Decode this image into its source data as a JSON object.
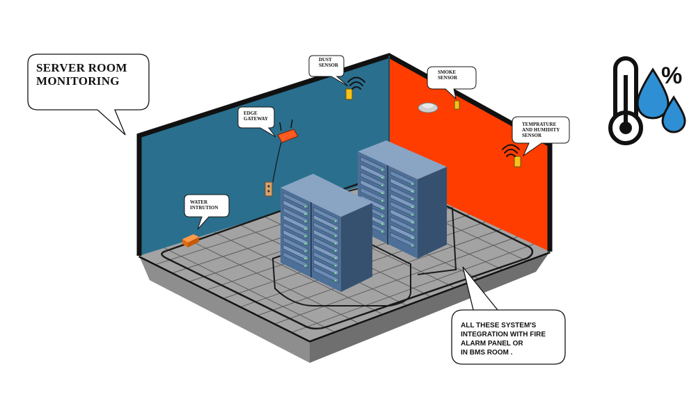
{
  "diagram": {
    "title_line1": "SERVER ROOM",
    "title_line2": "MONITORING",
    "labels": {
      "dust_line1": "DUST",
      "dust_line2": "SENSOR",
      "smoke_line1": "SMOKE",
      "smoke_line2": "SENSOR",
      "temp_line1": "TEMPRATURE",
      "temp_line2": "AND HUMIDITY",
      "temp_line3": "SENSOR",
      "edge_line1": "EDGE",
      "edge_line2": "GATEWAY",
      "water_line1": "WATER",
      "water_line2": "INTRUTION"
    },
    "note_lines": [
      "ALL THESE SYSTEM'S",
      "INTEGRATION WITH FIRE",
      "ALARM PANEL OR",
      "IN BMS ROOM ."
    ],
    "humidity_symbol": "%"
  },
  "colors": {
    "left_wall": "#2a6f8e",
    "right_wall": "#ff3d00",
    "floor": "#a3a3a3",
    "rack": "#5d7ea7"
  },
  "icons": [
    "wifi-icon",
    "thermometer-icon",
    "water-drop-icon",
    "router-icon",
    "power-outlet-icon"
  ]
}
